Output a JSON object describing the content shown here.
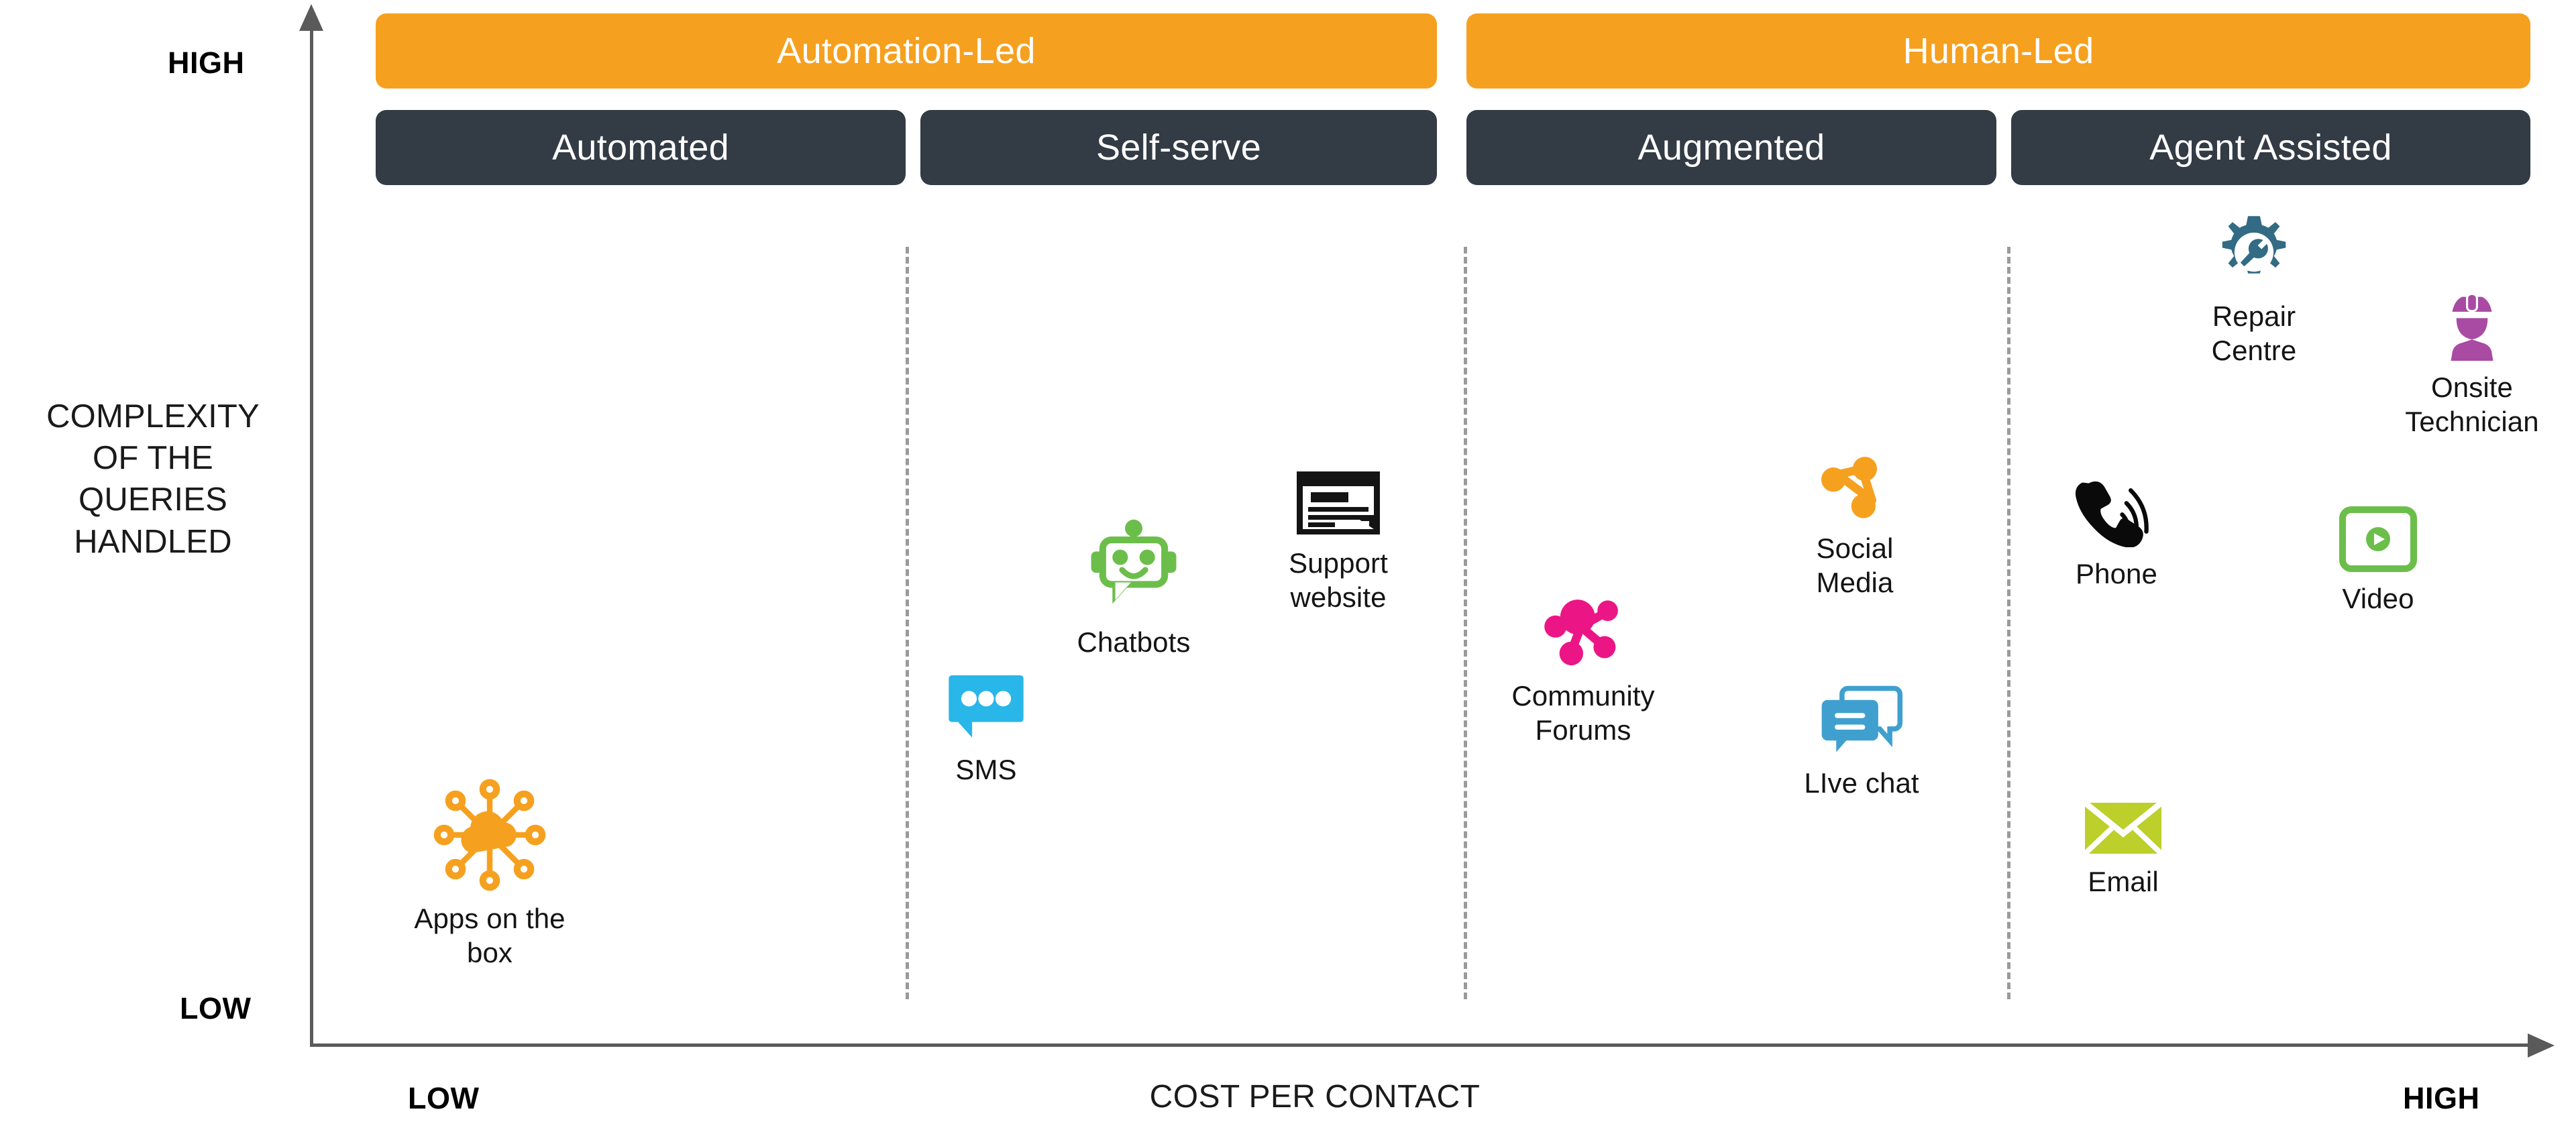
{
  "axes": {
    "y_title": "COMPLEXITY\nOF THE\nQUERIES\nHANDLED",
    "y_high": "HIGH",
    "y_low": "LOW",
    "x_title": "COST PER CONTACT",
    "x_low": "LOW",
    "x_high": "HIGH"
  },
  "groups": [
    {
      "id": "automation",
      "label": "Automation-Led"
    },
    {
      "id": "human",
      "label": "Human-Led"
    }
  ],
  "categories": [
    {
      "id": "automated",
      "label": "Automated",
      "group": "automation"
    },
    {
      "id": "selfserve",
      "label": "Self-serve",
      "group": "automation"
    },
    {
      "id": "augmented",
      "label": "Augmented",
      "group": "human"
    },
    {
      "id": "agent_assisted",
      "label": "Agent Assisted",
      "group": "human"
    }
  ],
  "colors": {
    "group_bar": "#f6a01f",
    "category_bar": "#333b45",
    "axis": "#5a5a5a",
    "divider": "#9a9a9a",
    "apps_on_the_box": "#f5a11f",
    "sms": "#29b6e8",
    "chatbots": "#6cbe4b",
    "support_website": "#141414",
    "community_forums": "#ec1586",
    "social_media": "#f5a11f",
    "live_chat": "#3fa0cf",
    "repair_centre": "#336b84",
    "onsite_technician": "#a94aa3",
    "phone": "#0a0a0a",
    "video": "#6cbe4b",
    "email": "#bccf2b"
  },
  "chart_data": {
    "type": "scatter",
    "title": "",
    "xlabel": "COST PER CONTACT",
    "ylabel": "COMPLEXITY OF THE QUERIES HANDLED",
    "xlim": [
      "LOW",
      "HIGH"
    ],
    "ylim": [
      "LOW",
      "HIGH"
    ],
    "grid": false,
    "legend": "none",
    "points": [
      {
        "label": "Apps on the box",
        "category": "Automated",
        "group": "Automation-Led",
        "cost": "low",
        "complexity": "low"
      },
      {
        "label": "SMS",
        "category": "Self-serve",
        "group": "Automation-Led",
        "cost": "low-mid",
        "complexity": "mid-low"
      },
      {
        "label": "Chatbots",
        "category": "Self-serve",
        "group": "Automation-Led",
        "cost": "mid-low",
        "complexity": "mid"
      },
      {
        "label": "Support website",
        "category": "Self-serve",
        "group": "Automation-Led",
        "cost": "mid",
        "complexity": "mid-high"
      },
      {
        "label": "Community Forums",
        "category": "Augmented",
        "group": "Human-Led",
        "cost": "mid",
        "complexity": "mid-low"
      },
      {
        "label": "Social Media",
        "category": "Augmented",
        "group": "Human-Led",
        "cost": "mid-high",
        "complexity": "mid-high"
      },
      {
        "label": "LIve chat",
        "category": "Augmented",
        "group": "Human-Led",
        "cost": "mid-high",
        "complexity": "mid-low"
      },
      {
        "label": "Repair Centre",
        "category": "Agent Assisted",
        "group": "Human-Led",
        "cost": "high",
        "complexity": "high"
      },
      {
        "label": "Onsite Technician",
        "category": "Agent Assisted",
        "group": "Human-Led",
        "cost": "very-high",
        "complexity": "high"
      },
      {
        "label": "Phone",
        "category": "Agent Assisted",
        "group": "Human-Led",
        "cost": "high",
        "complexity": "mid-high"
      },
      {
        "label": "Video",
        "category": "Agent Assisted",
        "group": "Human-Led",
        "cost": "very-high",
        "complexity": "mid-high"
      },
      {
        "label": "Email",
        "category": "Agent Assisted",
        "group": "Human-Led",
        "cost": "high",
        "complexity": "low-mid"
      }
    ]
  },
  "items": {
    "apps_on_the_box": {
      "label": "Apps on the\nbox",
      "icon": "cloud-apps-icon"
    },
    "sms": {
      "label": "SMS",
      "icon": "sms-bubble-icon"
    },
    "chatbots": {
      "label": "Chatbots",
      "icon": "robot-icon"
    },
    "support_website": {
      "label": "Support\nwebsite",
      "icon": "browser-window-icon"
    },
    "community_forums": {
      "label": "Community\nForums",
      "icon": "network-nodes-icon"
    },
    "social_media": {
      "label": "Social\nMedia",
      "icon": "share-nodes-icon"
    },
    "live_chat": {
      "label": "LIve chat",
      "icon": "chat-bubbles-icon"
    },
    "repair_centre": {
      "label": "Repair\nCentre",
      "icon": "gear-wrench-icon"
    },
    "onsite_technician": {
      "label": "Onsite\nTechnician",
      "icon": "hardhat-worker-icon"
    },
    "phone": {
      "label": "Phone",
      "icon": "ringing-phone-icon"
    },
    "video": {
      "label": "Video",
      "icon": "film-play-icon"
    },
    "email": {
      "label": "Email",
      "icon": "envelope-icon"
    }
  }
}
